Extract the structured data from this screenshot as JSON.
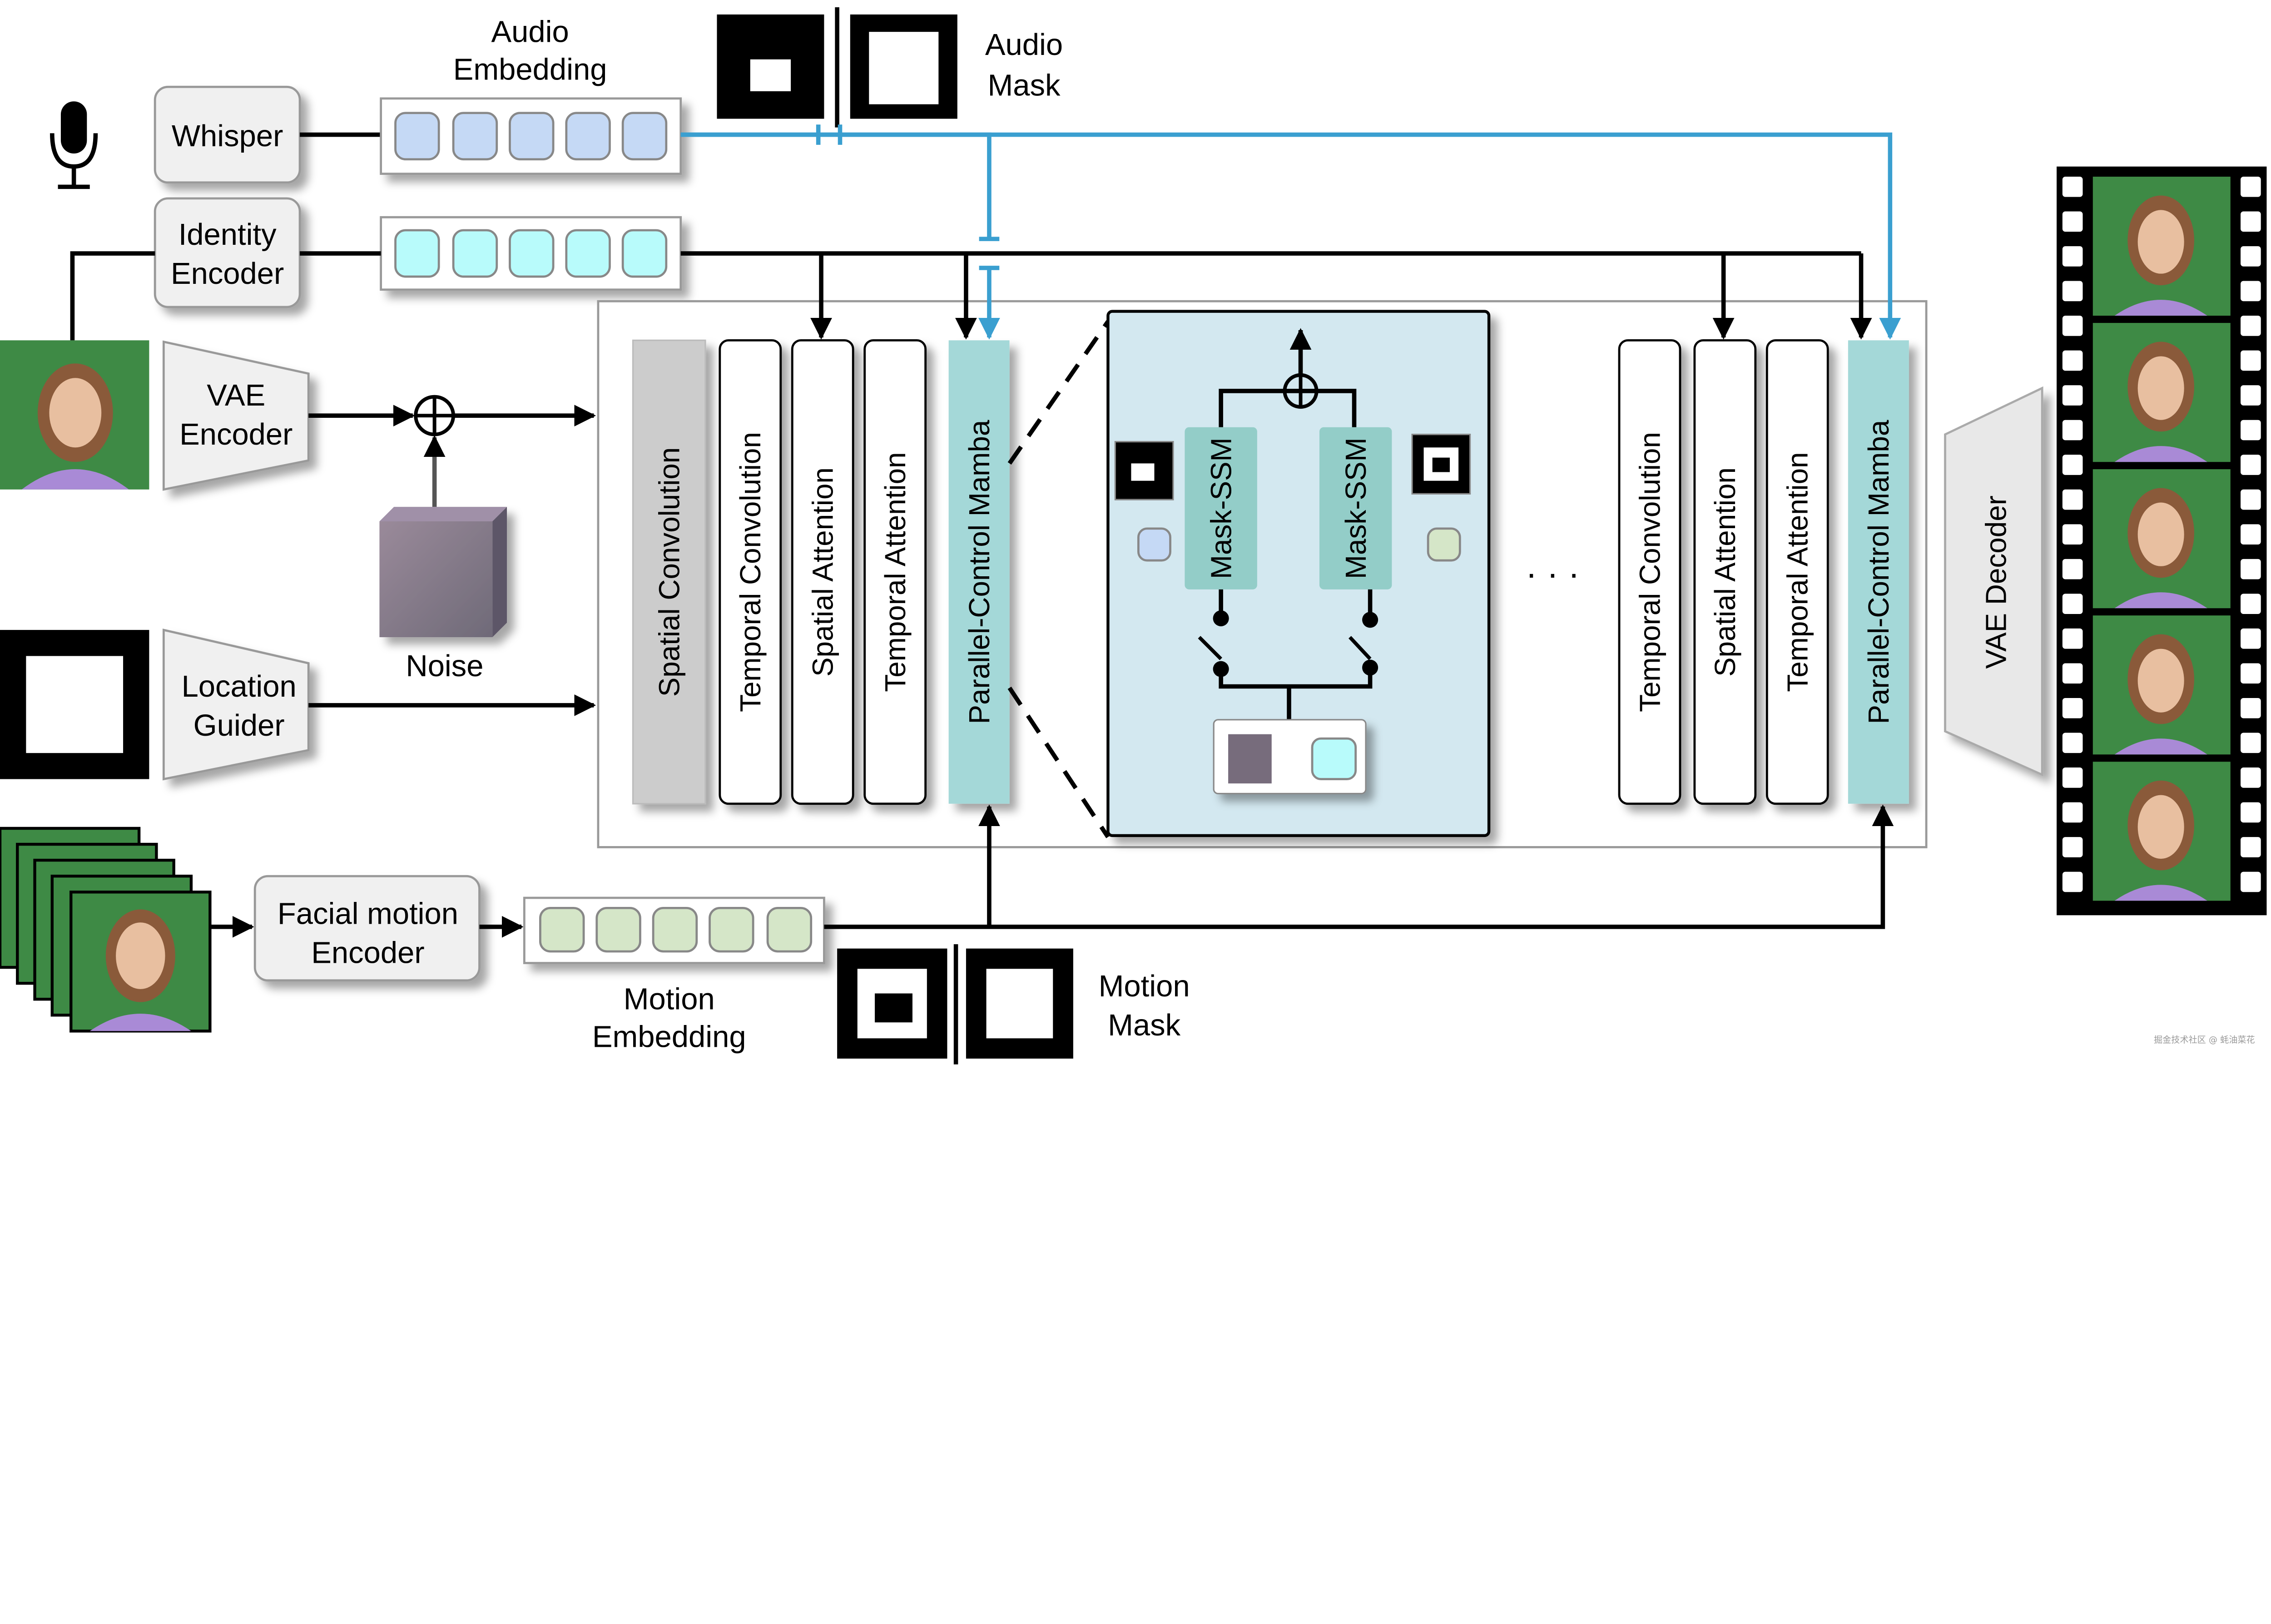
{
  "labels": {
    "whisper": "Whisper",
    "audio_embedding": [
      "Audio",
      "Embedding"
    ],
    "audio_mask": [
      "Audio",
      "Mask"
    ],
    "identity_encoder": [
      "Identity",
      "Encoder"
    ],
    "vae_encoder": [
      "VAE",
      "Encoder"
    ],
    "noise": "Noise",
    "location_guider": [
      "Location",
      "Guider"
    ],
    "facial_motion_encoder": [
      "Facial motion",
      "Encoder"
    ],
    "motion_embedding": [
      "Motion",
      "Embedding"
    ],
    "motion_mask": [
      "Motion",
      "Mask"
    ],
    "vae_decoder": "VAE Decoder",
    "ellipsis": "· · ·",
    "mask_ssm": "Mask-SSM"
  },
  "block_left": [
    "Spatial Convolution",
    "Temporal Convolution",
    "Spatial Attention",
    "Temporal Attention",
    "Parallel-Control Mamba"
  ],
  "block_right": [
    "Temporal Convolution",
    "Spatial Attention",
    "Temporal Attention",
    "Parallel-Control Mamba"
  ],
  "watermark": "掘金技术社区 @ 蚝油菜花",
  "colors": {
    "audio_token": "#c5d9f5",
    "identity_token": "#b8fbfb",
    "motion_token": "#d5e6c8",
    "mamba": "#a4d8d8",
    "mask_ssm": "#93cdc8",
    "detail_bg": "#d3e8f0",
    "audio_arrow": "#3a9fd0",
    "face_bg": "#3e8a45"
  }
}
